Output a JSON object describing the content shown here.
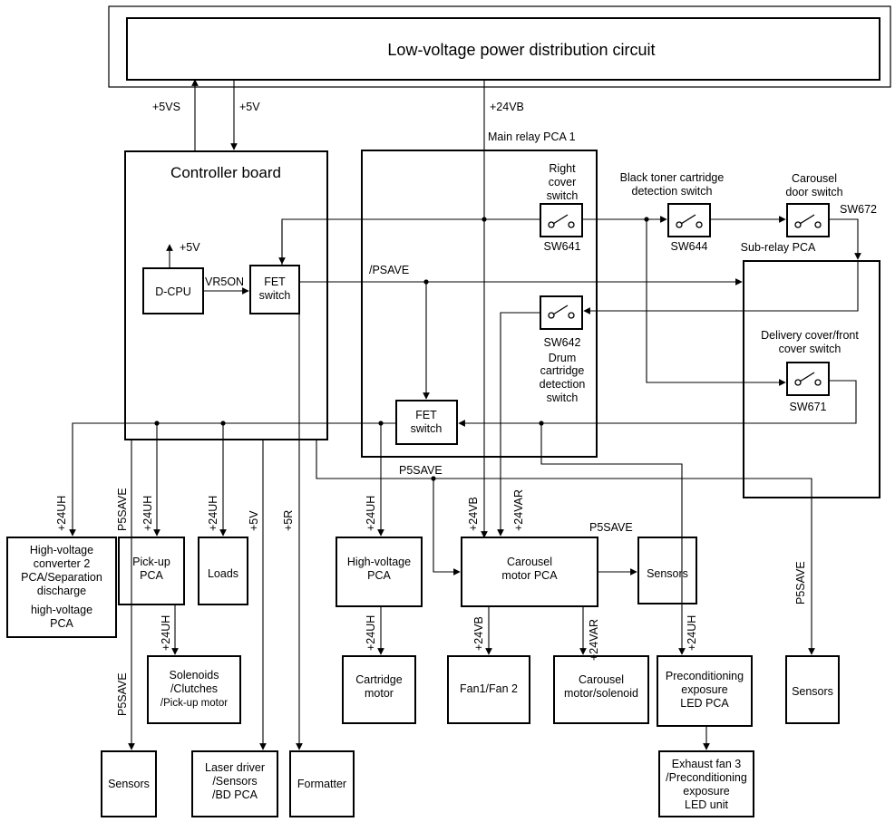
{
  "boxes": {
    "lvpd": "Low-voltage power distribution circuit",
    "controller": "Controller board",
    "dcpu": "D-CPU",
    "fet1": [
      "FET",
      "switch"
    ],
    "fet2": [
      "FET",
      "switch"
    ],
    "main_relay": "Main relay PCA 1",
    "sub_relay": "Sub-relay PCA",
    "hv_conv": [
      "High-voltage",
      "converter 2",
      "PCA/Separation",
      "discharge",
      "high-voltage",
      "PCA"
    ],
    "pickup": [
      "Pick-up",
      "PCA"
    ],
    "loads": "Loads",
    "hv_pca": [
      "High-voltage",
      "PCA"
    ],
    "carousel_pca": [
      "Carousel",
      "motor PCA"
    ],
    "sensors_a": "Sensors",
    "sensors_b": "Sensors",
    "sensors_c": "Sensors",
    "solenoids": [
      "Solenoids",
      "/Clutches",
      "/Pick-up motor"
    ],
    "cart_motor": [
      "Cartridge",
      "motor"
    ],
    "fans": "Fan1/Fan 2",
    "car_motor": [
      "Carousel",
      "motor/solenoid"
    ],
    "precond": [
      "Preconditioning",
      "exposure",
      "LED PCA"
    ],
    "exhaust": [
      "Exhaust fan 3",
      "/Preconditioning",
      "exposure",
      "LED unit"
    ],
    "laser": [
      "Laser driver",
      "/Sensors",
      "/BD PCA"
    ],
    "formatter": "Formatter"
  },
  "switches": {
    "sw641": {
      "id": "SW641",
      "name": [
        "Right",
        "cover",
        "switch"
      ]
    },
    "sw644": {
      "id": "SW644",
      "name": [
        "Black toner cartridge",
        "detection switch"
      ]
    },
    "sw672": {
      "id": "SW672",
      "name": [
        "Carousel",
        "door switch"
      ]
    },
    "sw642": {
      "id": "SW642",
      "name": [
        "Drum",
        "cartridge",
        "detection",
        "switch"
      ]
    },
    "sw671": {
      "id": "SW671",
      "name": [
        "Delivery cover/front",
        "cover switch"
      ]
    }
  },
  "signals": {
    "s5vs": "+5VS",
    "s5v_top": "+5V",
    "s24vb_top": "+24VB",
    "s5v_cpu": "+5V",
    "vr5on": "VR5ON",
    "psave": "/PSAVE",
    "p5save_bus": "P5SAVE",
    "hv_24uh": "+24UH",
    "pk_p5save": "P5SAVE",
    "pk_24uh": "+24UH",
    "ld_24uh": "+24UH",
    "laser_5v": "+5V",
    "fmt_5r": "+5R",
    "hvpca_24uh": "+24UH",
    "car_24vb": "+24VB",
    "car_24var": "+24VAR",
    "car_p5save": "P5SAVE",
    "sol_24uh": "+24UH",
    "sens_p5save": "P5SAVE",
    "cm_24uh": "+24UH",
    "fan_24vb": "+24VB",
    "cms_24var": "+24VAR",
    "pre_24uh": "+24UH",
    "right_p5save": "P5SAVE"
  }
}
